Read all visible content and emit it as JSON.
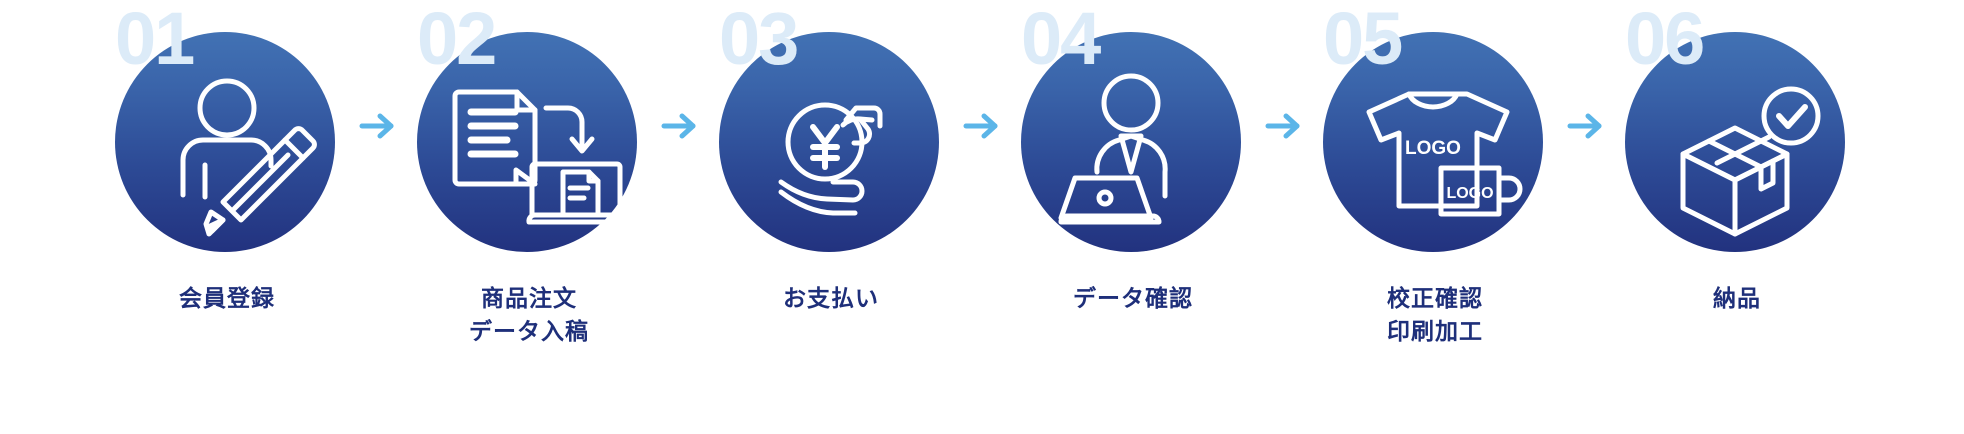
{
  "theme": {
    "background": "#ffffff",
    "circle_gradient_top": "#4272b4",
    "circle_gradient_bottom": "#22327f",
    "number_color": "#dcebf8",
    "label_color": "#1e2f7a",
    "arrow_color": "#5bb5e8",
    "icon_stroke": "#ffffff"
  },
  "flow": {
    "steps": [
      {
        "number": "01",
        "label": "会員登録",
        "icon": "person-with-pencil-icon"
      },
      {
        "number": "02",
        "label": "商品注文\nデータ入稿",
        "icon": "document-upload-to-laptop-icon"
      },
      {
        "number": "03",
        "label": "お支払い",
        "icon": "yen-coin-in-hand-icon"
      },
      {
        "number": "04",
        "label": "データ確認",
        "icon": "person-at-laptop-icon"
      },
      {
        "number": "05",
        "label": "校正確認\n印刷加工",
        "icon": "tshirt-and-mug-logo-icon",
        "icon_texts": {
          "shirt": "LOGO",
          "mug": "LOGO"
        }
      },
      {
        "number": "06",
        "label": "納品",
        "icon": "shipping-box-check-icon"
      }
    ],
    "separators": [
      {
        "icon": "arrow-right-icon"
      },
      {
        "icon": "arrow-right-icon"
      },
      {
        "icon": "arrow-right-icon"
      },
      {
        "icon": "arrow-right-icon"
      },
      {
        "icon": "arrow-right-icon"
      }
    ]
  }
}
